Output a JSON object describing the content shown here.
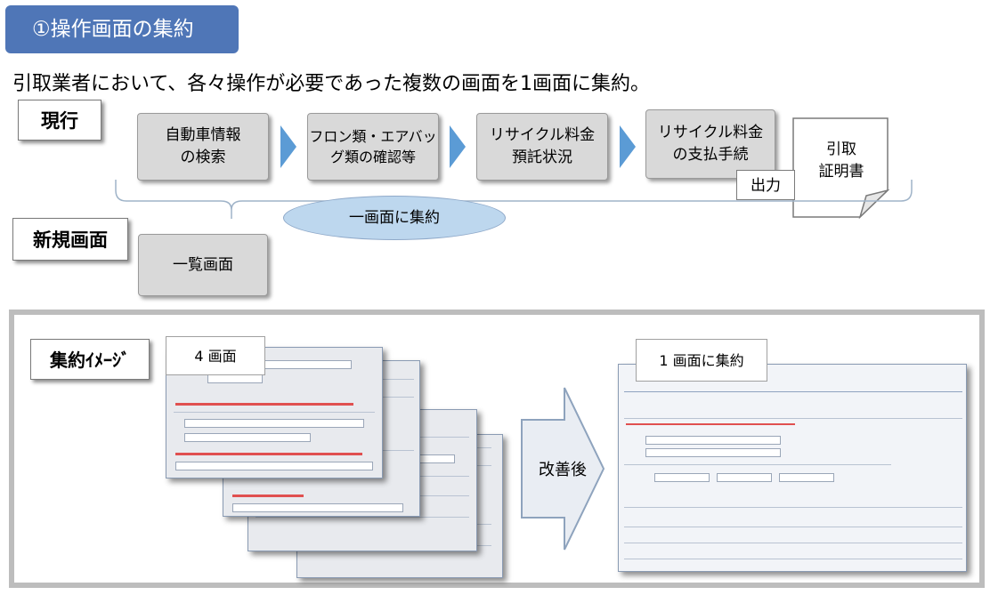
{
  "section_title": "①操作画面の集約",
  "lead_text": "引取業者において、各々操作が必要であった複数の画面を1画面に集約。",
  "current_label": "現行",
  "new_label": "新規画面",
  "flow_steps": [
    "自動車情報\nの検索",
    "フロン類・エアバッ\nグ類の確認等",
    "リサイクル料金\n預託状況",
    "リサイクル料金\nの支払手続"
  ],
  "output_label": "出力",
  "document_label": "引取\n証明書",
  "consolidate_label": "一画面に集約",
  "list_screen_label": "一覧画面",
  "image_section_label": "集約ｲﾒｰｼﾞ",
  "four_screens_label": "4 画面",
  "after_label": "改善後",
  "one_screen_label": "1 画面に集約",
  "colors": {
    "title_bg": "#4f76b7",
    "chevron": "#5b9bd5",
    "oval": "#bdd7ee",
    "box_gray": "#d9d9d9"
  }
}
